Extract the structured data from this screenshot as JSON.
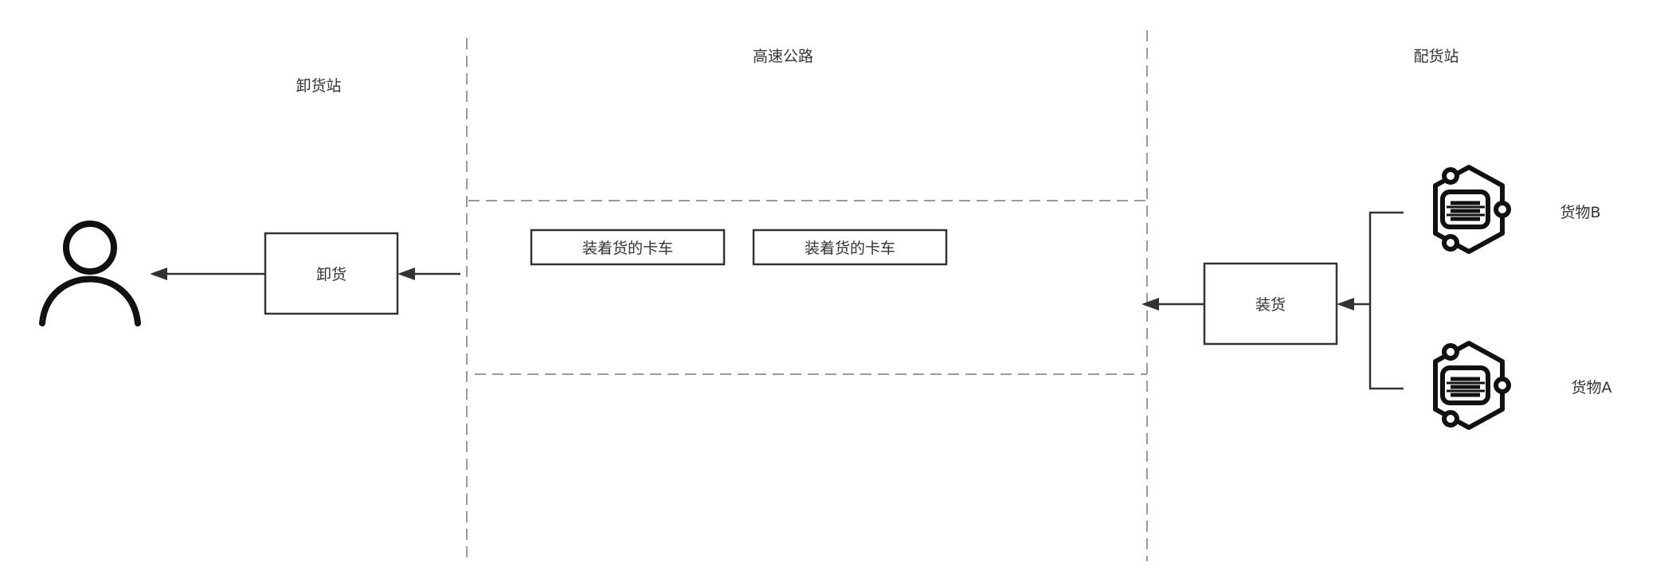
{
  "zones": {
    "unload_station": "卸货站",
    "highway": "高速公路",
    "distribution_station": "配货站"
  },
  "nodes": {
    "unload": "卸货",
    "load": "装货",
    "truck_1": "装着货的卡车",
    "truck_2": "装着货的卡车",
    "goods_b": "货物B",
    "goods_a": "货物A"
  },
  "icons": {
    "person": "user-icon",
    "goods_b": "cargo-hexagon-icon",
    "goods_a": "cargo-hexagon-icon"
  },
  "colors": {
    "line": "#333333",
    "dash": "#9a9a9a",
    "icon": "#111111"
  }
}
